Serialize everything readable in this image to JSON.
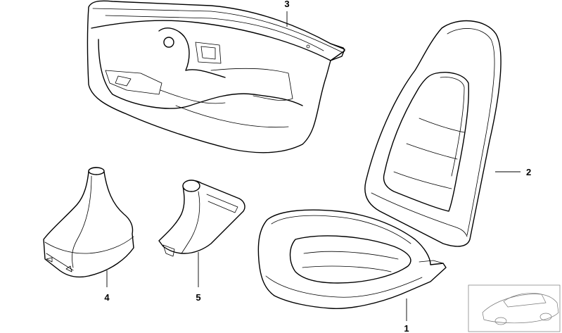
{
  "diagram": {
    "callouts": [
      {
        "id": "1",
        "label": "1",
        "part": "seat-cushion"
      },
      {
        "id": "2",
        "label": "2",
        "part": "seat-backrest"
      },
      {
        "id": "3",
        "label": "3",
        "part": "door-trim-panel"
      },
      {
        "id": "4",
        "label": "4",
        "part": "shift-boot"
      },
      {
        "id": "5",
        "label": "5",
        "part": "handbrake-boot"
      }
    ]
  },
  "colors": {
    "line": "#000000",
    "background": "#ffffff",
    "thumbnail": "#777777"
  }
}
